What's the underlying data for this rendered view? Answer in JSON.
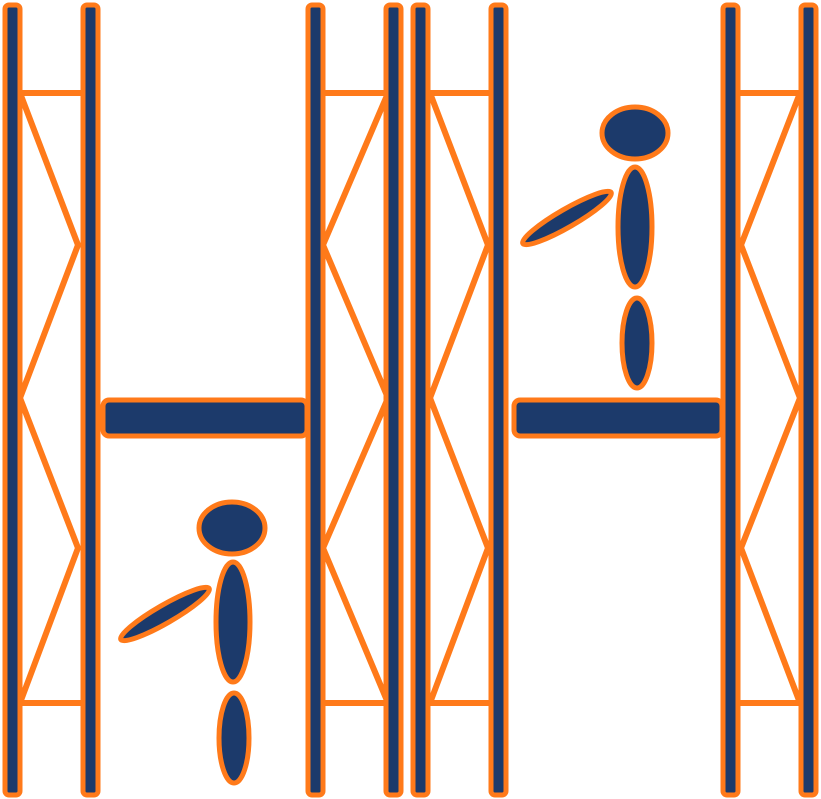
{
  "colors": {
    "fill": "#1c3a6b",
    "outline": "#ff7a1a",
    "background": "#ffffff"
  },
  "diagram": {
    "panel_count": 2,
    "panels": [
      {
        "beam_level": "middle",
        "figure_level": "lower",
        "figure_facing": "left"
      },
      {
        "beam_level": "middle",
        "figure_level": "upper",
        "figure_facing": "left"
      }
    ]
  }
}
